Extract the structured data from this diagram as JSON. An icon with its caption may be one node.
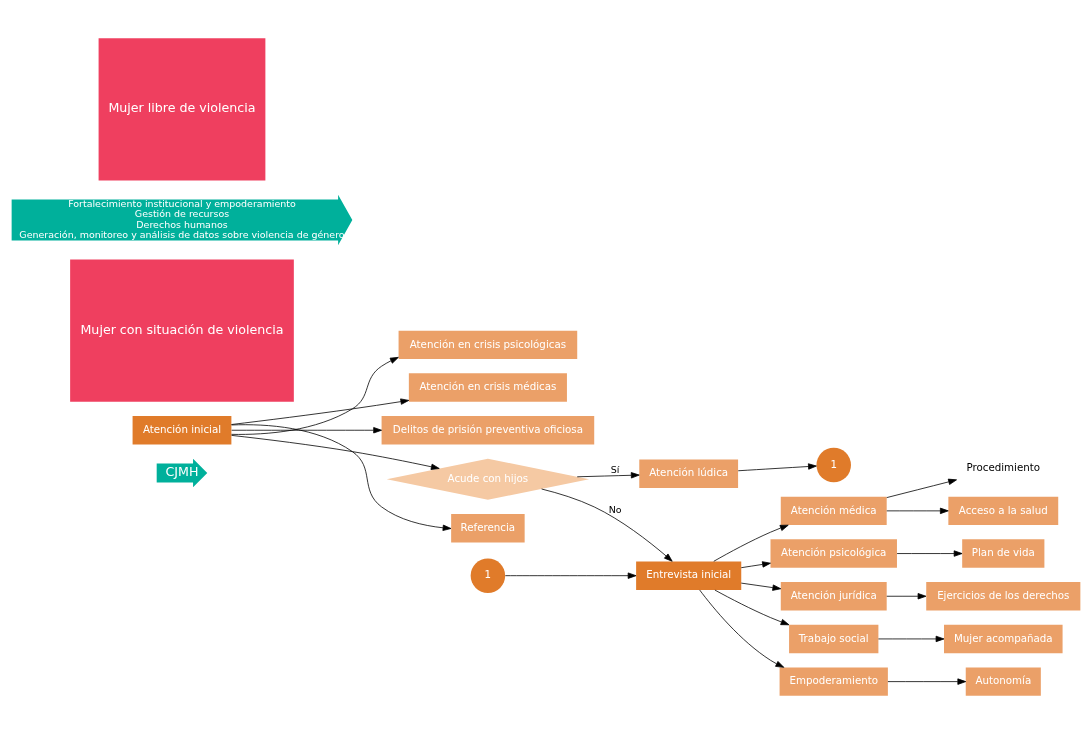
{
  "diagram": {
    "nodes": [
      {
        "text": [
          "CJMH"
        ]
      },
      {
        "text": [
          "Atención inicial"
        ]
      },
      {
        "text": [
          "Mujer con situación de violencia"
        ]
      },
      {
        "text": [
          "Atención en crisis psicológicas"
        ]
      },
      {
        "text": [
          "Atención en crisis médicas"
        ]
      },
      {
        "text": [
          "Delitos de prisión preventiva oficiosa"
        ]
      },
      {
        "text": [
          "Acude con hijos"
        ]
      },
      {
        "text": [
          "Referencia"
        ]
      },
      {
        "text": [
          "1"
        ]
      },
      {
        "text": [
          "Entrevista inicial"
        ]
      },
      {
        "text": [
          "Atención lúdica"
        ]
      },
      {
        "text": [
          "1"
        ]
      },
      {
        "text": [
          "Atención médica"
        ]
      },
      {
        "text": [
          "Atención psicológica"
        ]
      },
      {
        "text": [
          "Atención jurídica"
        ]
      },
      {
        "text": [
          "Trabajo social"
        ]
      },
      {
        "text": [
          "Empoderamiento"
        ]
      },
      {
        "text": [
          "Procedimiento"
        ]
      },
      {
        "text": [
          "Acceso a la salud"
        ]
      },
      {
        "text": [
          "Plan de vida"
        ]
      },
      {
        "text": [
          "Ejercicios de los derechos"
        ]
      },
      {
        "text": [
          "Mujer acompañada"
        ]
      },
      {
        "text": [
          "Autonomía"
        ]
      },
      {
        "text": [
          "Fortalecimiento institucional y empoderamiento",
          "Gestión de recursos",
          "Derechos humanos",
          "Generación, monitoreo y análisis de datos sobre violencia de género"
        ]
      },
      {
        "text": [
          "Mujer libre de violencia"
        ]
      }
    ],
    "edges": [
      {
        "from": 1,
        "to": 3,
        "arrow": "to"
      },
      {
        "from": 1,
        "to": 4,
        "arrow": "to"
      },
      {
        "from": 1,
        "to": 5,
        "arrow": "to"
      },
      {
        "from": 1,
        "to": 6,
        "arrow": "to"
      },
      {
        "from": 1,
        "to": 7,
        "arrow": "to"
      },
      {
        "from": 6,
        "to": 9,
        "arrow": "to",
        "label": "No"
      },
      {
        "from": 6,
        "to": 10,
        "arrow": "to",
        "label": "Sí"
      },
      {
        "from": 8,
        "to": 9,
        "arrow": "to"
      },
      {
        "from": 10,
        "to": 11,
        "arrow": "to"
      },
      {
        "from": 9,
        "to": 12,
        "arrow": "to"
      },
      {
        "from": 9,
        "to": 13,
        "arrow": "to"
      },
      {
        "from": 9,
        "to": 14,
        "arrow": "to"
      },
      {
        "from": 9,
        "to": 15,
        "arrow": "to"
      },
      {
        "from": 9,
        "to": 16,
        "arrow": "to"
      },
      {
        "from": 12,
        "to": 17,
        "arrow": "to"
      },
      {
        "from": 12,
        "to": 18,
        "arrow": "to"
      },
      {
        "from": 13,
        "to": 19,
        "arrow": "to"
      },
      {
        "from": 14,
        "to": 20,
        "arrow": "to"
      },
      {
        "from": 15,
        "to": 21,
        "arrow": "to"
      },
      {
        "from": 16,
        "to": 22,
        "arrow": "to"
      }
    ]
  }
}
